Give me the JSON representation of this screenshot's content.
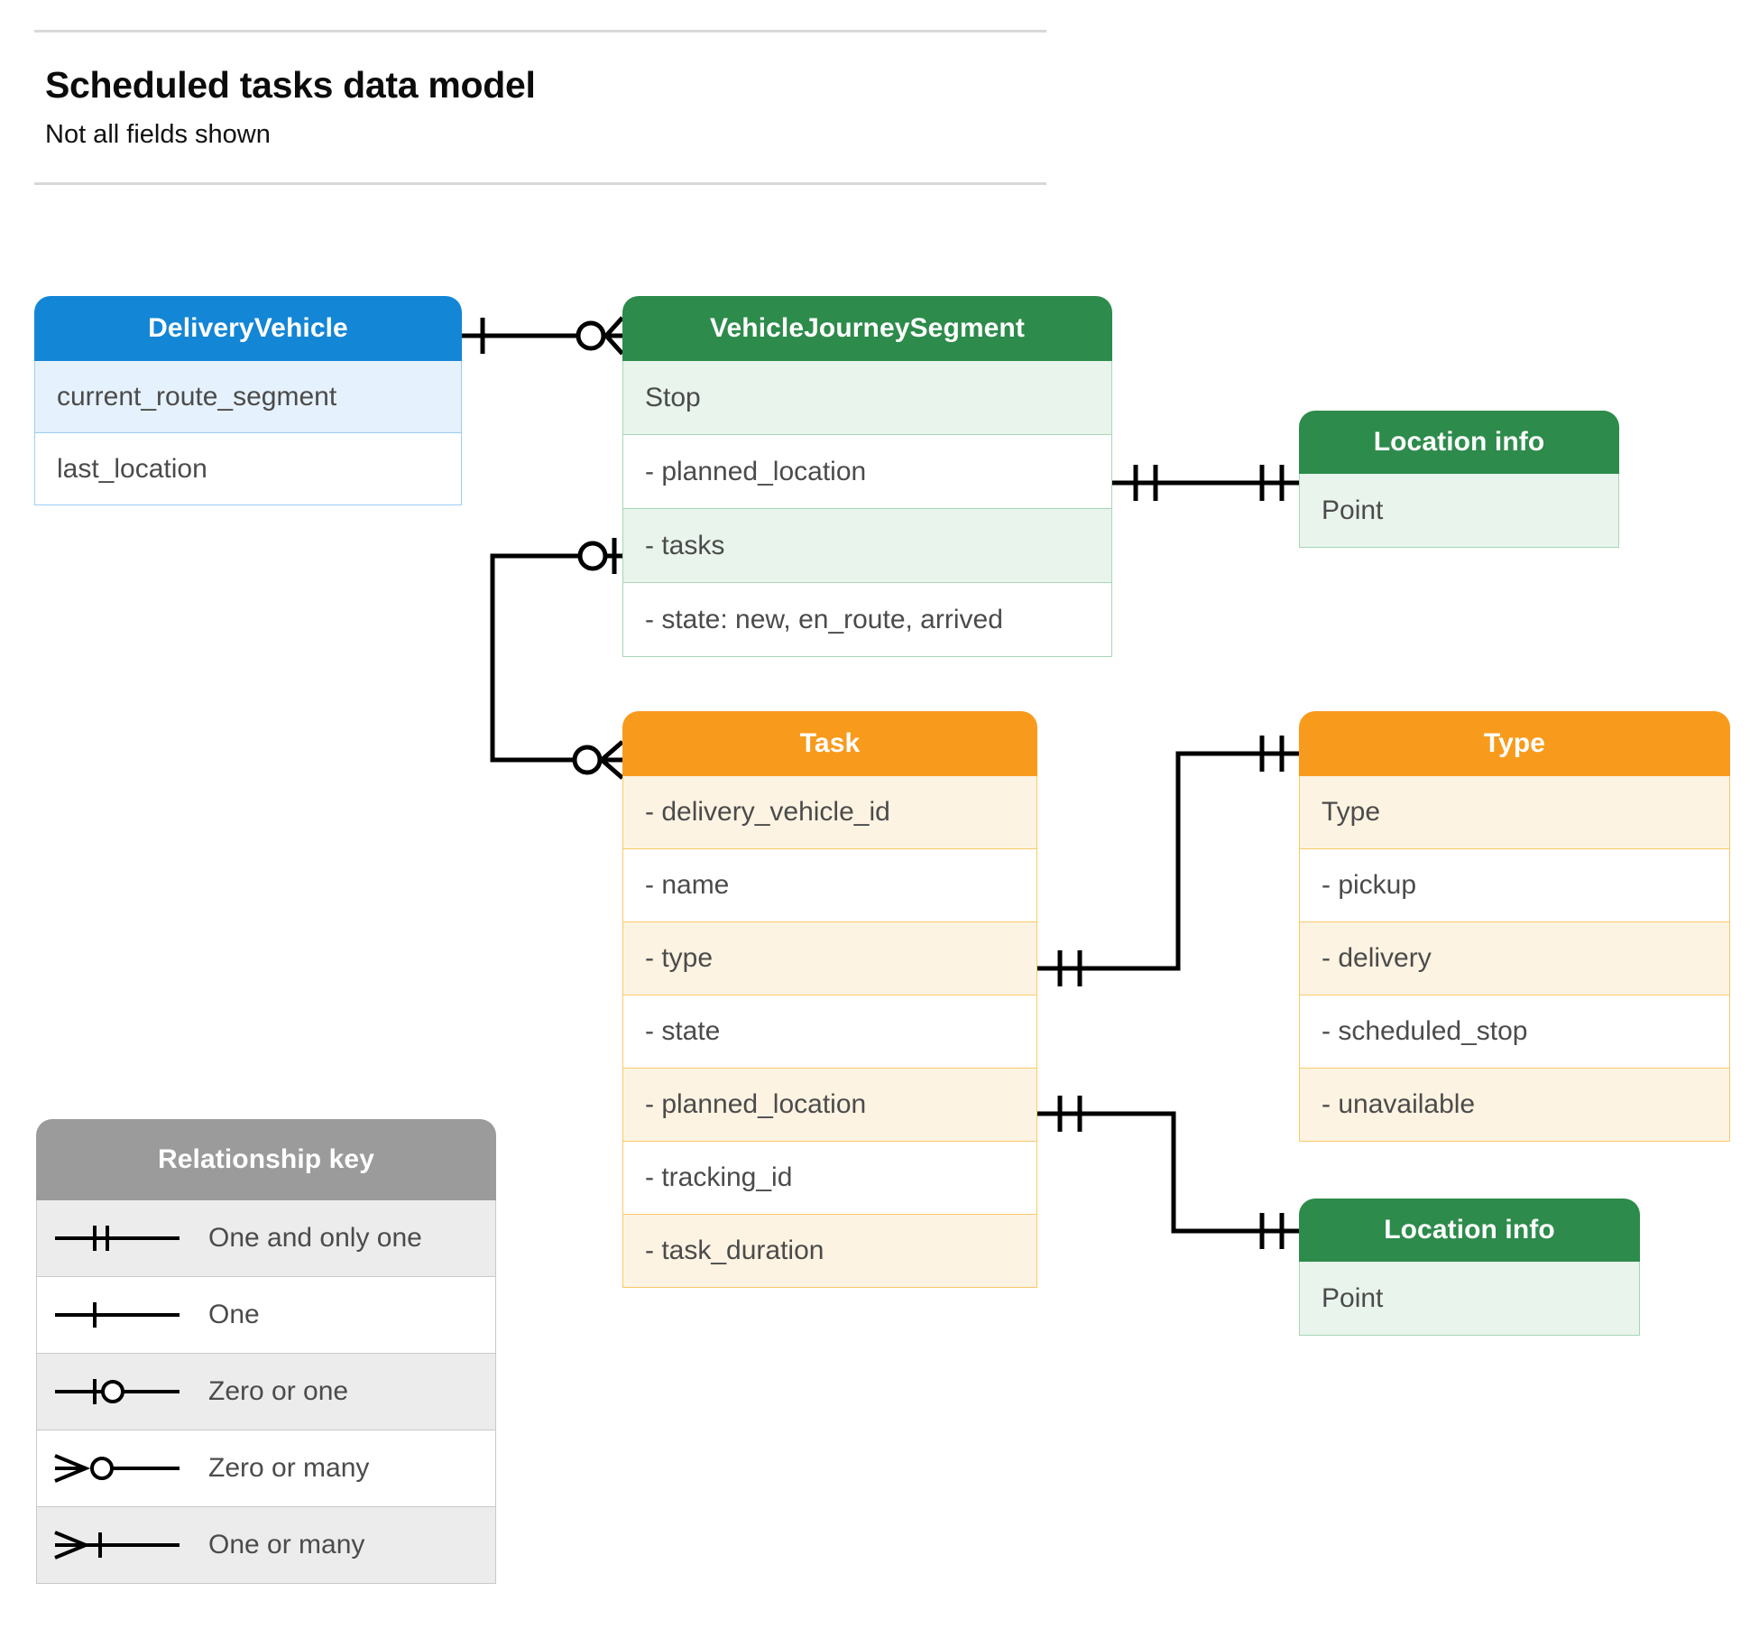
{
  "header": {
    "title": "Scheduled tasks data model",
    "subtitle": "Not all fields shown"
  },
  "colors": {
    "blue_header": "#1386d6",
    "blue_row_alt": "#e5f1fc",
    "blue_border": "#9ccdf3",
    "green_header": "#2d8b4b",
    "green_row_alt": "#e8f4ec",
    "green_border": "#a7d8b6",
    "orange_header": "#f89b1c",
    "orange_row_alt": "#fdf3e2",
    "orange_border": "#fbc969",
    "grey_header": "#9b9b9b",
    "grey_row_alt": "#ececec",
    "line": "#000000",
    "rule": "#d8d8d8"
  },
  "entities": {
    "delivery_vehicle": {
      "title": "DeliveryVehicle",
      "rows": [
        "current_route_segment",
        "last_location"
      ]
    },
    "vehicle_journey_segment": {
      "title": "VehicleJourneySegment",
      "rows": [
        "Stop",
        "-  planned_location",
        "- tasks",
        "- state: new, en_route, arrived"
      ]
    },
    "location_info_top": {
      "title": "Location info",
      "rows": [
        "Point"
      ]
    },
    "location_info_bottom": {
      "title": "Location info",
      "rows": [
        "Point"
      ]
    },
    "task": {
      "title": "Task",
      "rows": [
        "- delivery_vehicle_id",
        "- name",
        "- type",
        "- state",
        "- planned_location",
        "- tracking_id",
        "- task_duration"
      ]
    },
    "type": {
      "title": "Type",
      "rows": [
        "Type",
        "-  pickup",
        "-  delivery",
        "-  scheduled_stop",
        "-  unavailable"
      ]
    }
  },
  "legend": {
    "title": "Relationship key",
    "items": [
      {
        "glyph": "one-and-only-one-icon",
        "label": "One and only one"
      },
      {
        "glyph": "one-icon",
        "label": "One"
      },
      {
        "glyph": "zero-or-one-icon",
        "label": "Zero or one"
      },
      {
        "glyph": "zero-or-many-icon",
        "label": "Zero or many"
      },
      {
        "glyph": "one-or-many-icon",
        "label": "One or many"
      }
    ]
  },
  "relationships": [
    {
      "from": "delivery_vehicle",
      "from_cardinality": "one",
      "to": "vehicle_journey_segment",
      "to_cardinality": "zero-or-many"
    },
    {
      "from": "vehicle_journey_segment.planned_location",
      "from_cardinality": "one-and-only-one",
      "to": "location_info_top",
      "to_cardinality": "one-and-only-one"
    },
    {
      "from": "vehicle_journey_segment.tasks",
      "from_cardinality": "zero-or-one",
      "to": "task",
      "to_cardinality": "zero-or-many"
    },
    {
      "from": "task.type",
      "from_cardinality": "one-and-only-one",
      "to": "type",
      "to_cardinality": "one-and-only-one"
    },
    {
      "from": "task.planned_location",
      "from_cardinality": "one-and-only-one",
      "to": "location_info_bottom",
      "to_cardinality": "one-and-only-one"
    }
  ]
}
